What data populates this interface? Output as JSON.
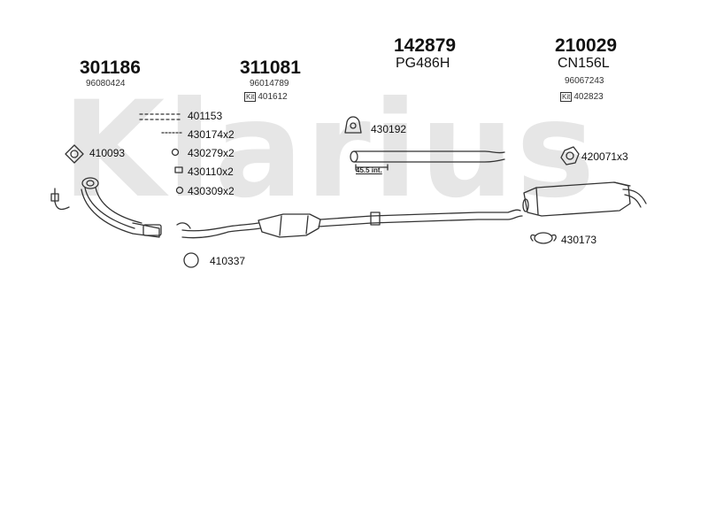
{
  "watermark": "Klarius",
  "parts": [
    {
      "part": "301186",
      "oe": "96080424"
    },
    {
      "part": "311081",
      "oe": "96014789",
      "kit": "401612"
    },
    {
      "part": "142879",
      "oe": "PG486H"
    },
    {
      "part": "210029",
      "oe": "CN156L",
      "oe2": "96067243",
      "kit": "402823"
    }
  ],
  "kit_badge": "Kit",
  "fittings": [
    {
      "label": "401153"
    },
    {
      "label": "430174x2"
    },
    {
      "label": "430279x2"
    },
    {
      "label": "430110x2"
    },
    {
      "label": "430309x2"
    },
    {
      "label": "410093"
    },
    {
      "label": "410337"
    },
    {
      "label": "430192"
    },
    {
      "label": "420071x3"
    },
    {
      "label": "430173"
    }
  ],
  "dimension_note": "45.5 int."
}
